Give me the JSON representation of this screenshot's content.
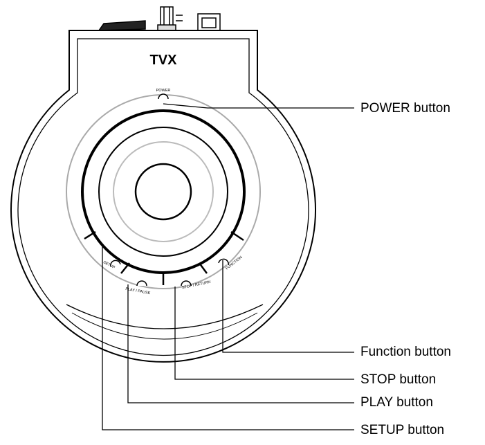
{
  "device": {
    "brand": "TVX",
    "labels": {
      "power": "POWER",
      "setup": "SETUP",
      "play_pause": "PLAY / PAUSE",
      "stop_return": "STOP / RETURN",
      "function": "FUNCTION"
    }
  },
  "callouts": {
    "power": "POWER button",
    "function": "Function button",
    "stop": "STOP button",
    "play": "PLAY button",
    "setup": "SETUP button"
  }
}
